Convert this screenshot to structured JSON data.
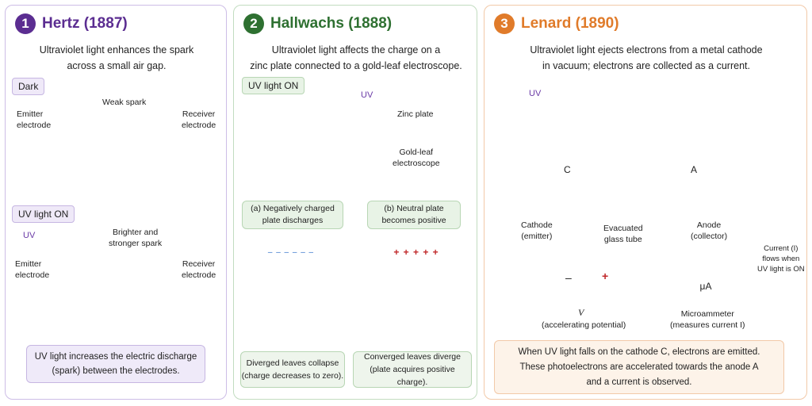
{
  "colors": {
    "hertz": "#5b2d91",
    "hallwachs": "#2e7031",
    "lenard": "#e07b2a",
    "uv": "#6a3aa6",
    "leaf": "#f0b030",
    "wire": "#333333",
    "current": "#2f6fc9"
  },
  "hertz": {
    "number": "1",
    "title": "Hertz (1887)",
    "desc": [
      "Ultraviolet light enhances the spark",
      "across a small air gap."
    ],
    "dark_tag": "Dark",
    "weak_spark": "Weak spark",
    "emitter": [
      "Emitter",
      "electrode"
    ],
    "receiver": [
      "Receiver",
      "electrode"
    ],
    "uv_tag": "UV light ON",
    "uv_label": "UV",
    "bright_spark": [
      "Brighter and",
      "stronger spark"
    ],
    "conclusion": [
      "UV light increases the electric discharge",
      "(spark) between the electrodes."
    ]
  },
  "hallwachs": {
    "number": "2",
    "title": "Hallwachs (1888)",
    "desc": [
      "Ultraviolet light affects the charge on a",
      "zinc plate connected to a gold-leaf electroscope."
    ],
    "uv_tag": "UV light ON",
    "uv_label": "UV",
    "zinc_plate": "Zinc plate",
    "electroscope": [
      "Gold-leaf",
      "electroscope"
    ],
    "case_a": [
      "(a)  Negatively charged",
      "plate discharges"
    ],
    "case_b": [
      "(b)  Neutral plate",
      "becomes positive"
    ],
    "neg_charges": "– – – – – –",
    "pos_charges": "+ + + + +",
    "electron_symbol": "–",
    "result_a": [
      "Diverged leaves collapse",
      "(charge decreases to zero)."
    ],
    "result_b": [
      "Converged leaves diverge",
      "(plate acquires positive charge)."
    ]
  },
  "lenard": {
    "number": "3",
    "title": "Lenard (1890)",
    "desc": [
      "Ultraviolet light ejects electrons from a metal cathode",
      "in vacuum; electrons are collected as a current."
    ],
    "uv_label": "UV",
    "cathode_letter": "C",
    "anode_letter": "A",
    "cathode": [
      "Cathode",
      "(emitter)"
    ],
    "tube": [
      "Evacuated",
      "glass tube"
    ],
    "anode": [
      "Anode",
      "(collector)"
    ],
    "current_note": [
      "Current (I)",
      "flows when",
      "UV light is ON"
    ],
    "battery_minus": "–",
    "battery_plus": "+",
    "voltage_symbol": "V",
    "voltage_label": "(accelerating potential)",
    "meter_symbol": "μA",
    "meter": [
      "Microammeter",
      "(measures current I)"
    ],
    "conclusion": [
      "When UV light falls on the cathode C, electrons are emitted.",
      "These photoelectrons are accelerated towards the anode A",
      "and a current is observed."
    ]
  }
}
